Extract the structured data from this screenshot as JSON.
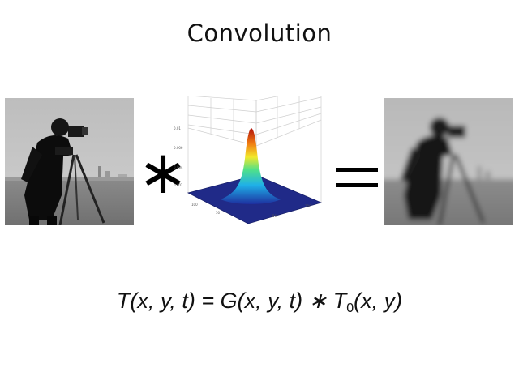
{
  "title": "Convolution",
  "formula": {
    "lhs": "T(x, y, t) = G(x, y, t) ∗ T",
    "sub": "0",
    "rhs": "(x, y)"
  },
  "operators": {
    "convolve": "∗"
  },
  "icons": {
    "left": "cameraman-photo",
    "kernel": "gaussian-surface-plot",
    "right": "blurred-cameraman-photo"
  }
}
